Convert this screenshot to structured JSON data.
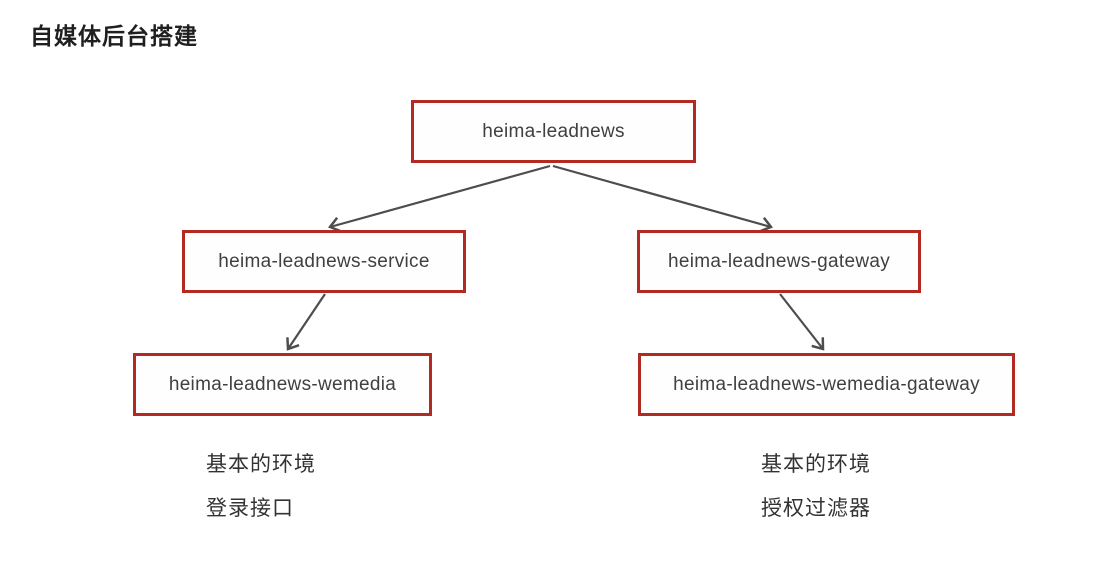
{
  "page": {
    "title": "自媒体后台搭建"
  },
  "colors": {
    "box_border": "#b22a22",
    "box_text": "#404040",
    "arrow": "#4d4d4d",
    "title_text": "#1f1f1f",
    "note_text": "#333333",
    "page_bg": "#ffffff"
  },
  "diagram": {
    "nodes": [
      {
        "id": "root",
        "label": "heima-leadnews"
      },
      {
        "id": "service",
        "label": "heima-leadnews-service"
      },
      {
        "id": "gateway",
        "label": "heima-leadnews-gateway"
      },
      {
        "id": "wemedia",
        "label": "heima-leadnews-wemedia"
      },
      {
        "id": "wemedia-gateway",
        "label": "heima-leadnews-wemedia-gateway"
      }
    ],
    "edges": [
      {
        "from": "root",
        "to": "service"
      },
      {
        "from": "root",
        "to": "gateway"
      },
      {
        "from": "service",
        "to": "wemedia"
      },
      {
        "from": "gateway",
        "to": "wemedia-gateway"
      }
    ],
    "notes": {
      "left": [
        "基本的环境",
        "登录接口"
      ],
      "right": [
        "基本的环境",
        "授权过滤器"
      ]
    }
  }
}
